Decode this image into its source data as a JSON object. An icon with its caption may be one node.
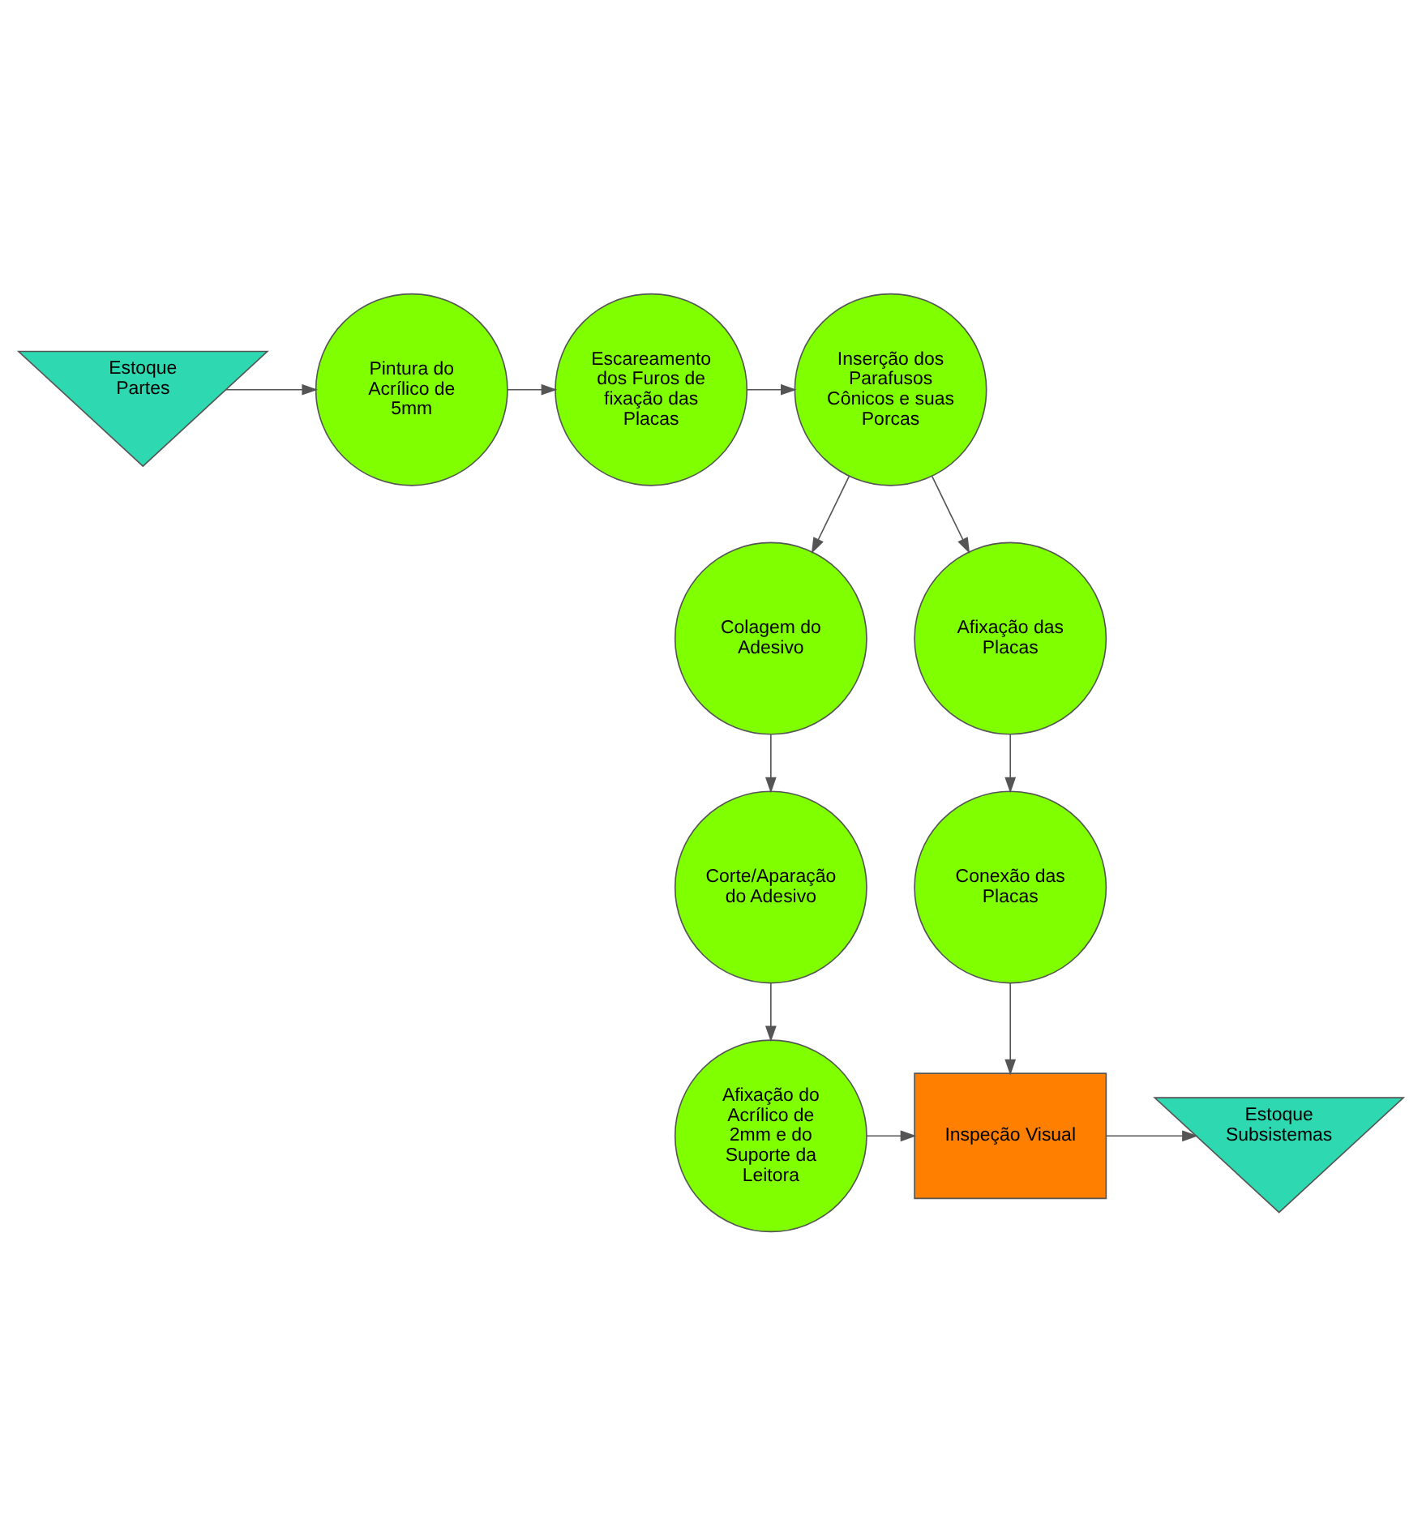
{
  "diagram": {
    "nodes": [
      {
        "text": [
          "Estoque Partes"
        ]
      },
      {
        "text": [
          "Pintura do Acrílico de 5mm"
        ]
      },
      {
        "text": [
          "Escareamento dos Furos de fixação das Placas"
        ]
      },
      {
        "text": [
          "Inserção dos Parafusos Cônicos e suas Porcas"
        ]
      },
      {
        "text": [
          "Colagem do Adesivo"
        ]
      },
      {
        "text": [
          "Afixação das Placas"
        ]
      },
      {
        "text": [
          "Corte/Aparação do Adesivo"
        ]
      },
      {
        "text": [
          "Conexão das Placas"
        ]
      },
      {
        "text": [
          "Afixação do Acrílico de 2mm e do Suporte da Leitora"
        ]
      },
      {
        "text": [
          "Inspeção Visual"
        ]
      },
      {
        "text": [
          "Estoque Subsistemas"
        ]
      }
    ],
    "edges": [
      {
        "from": 0,
        "to": 1,
        "arrow": "to"
      },
      {
        "from": 1,
        "to": 2,
        "arrow": "to"
      },
      {
        "from": 2,
        "to": 3,
        "arrow": "to"
      },
      {
        "from": 3,
        "to": 4,
        "arrow": "to"
      },
      {
        "from": 3,
        "to": 5,
        "arrow": "to"
      },
      {
        "from": 4,
        "to": 6,
        "arrow": "to"
      },
      {
        "from": 6,
        "to": 8,
        "arrow": "to"
      },
      {
        "from": 5,
        "to": 7,
        "arrow": "to"
      },
      {
        "from": 7,
        "to": 9,
        "arrow": "to"
      },
      {
        "from": 8,
        "to": 9,
        "arrow": "to"
      },
      {
        "from": 9,
        "to": 10,
        "arrow": "to"
      }
    ]
  }
}
